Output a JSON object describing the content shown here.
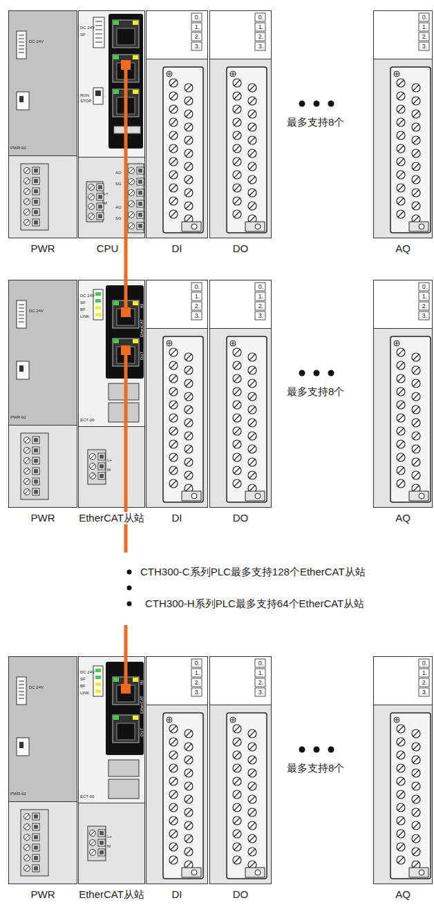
{
  "diagram": {
    "nodes": [
      {
        "text": [
          "DC 24V",
          "PWR-02",
          "PWR"
        ]
      },
      {
        "text": [
          "DC 24V",
          "SF",
          "RUN",
          "STOP",
          "AO",
          "SG",
          "AO",
          "SG",
          "L+",
          "M",
          "CPU"
        ]
      },
      {
        "text": [
          "0.",
          "1.",
          "2.",
          "3.",
          "DI"
        ]
      },
      {
        "text": [
          "0.",
          "1.",
          "2.",
          "3.",
          "DO"
        ]
      },
      {
        "text": [
          "0.",
          "1.",
          "2.",
          "3.",
          "AQ"
        ]
      },
      {
        "text": [
          "DC 24V",
          "PWR-02",
          "PWR"
        ]
      },
      {
        "text": [
          "DC 24V",
          "SF",
          "BF",
          "LINK",
          "IN",
          "EtherCAT",
          "OUT",
          "ECT-00",
          "L+",
          "M",
          "EtherCAT从站"
        ]
      },
      {
        "text": [
          "0.",
          "1.",
          "2.",
          "3.",
          "DI"
        ]
      },
      {
        "text": [
          "0.",
          "1.",
          "2.",
          "3.",
          "DO"
        ]
      },
      {
        "text": [
          "0.",
          "1.",
          "2.",
          "3.",
          "AQ"
        ]
      },
      {
        "text": [
          "DC 24V",
          "PWR-02",
          "PWR"
        ]
      },
      {
        "text": [
          "DC 24V",
          "SF",
          "BF",
          "LINK",
          "IN",
          "EtherCAT",
          "OUT",
          "ECT-00",
          "L+",
          "M",
          "EtherCAT从站"
        ]
      },
      {
        "text": [
          "0.",
          "1.",
          "2.",
          "3.",
          "DI"
        ]
      },
      {
        "text": [
          "0.",
          "1.",
          "2.",
          "3.",
          "DO"
        ]
      },
      {
        "text": [
          "0.",
          "1.",
          "2.",
          "3.",
          "AQ"
        ]
      }
    ],
    "edges": [
      {
        "from": 1,
        "to": 6,
        "arrow": "none"
      },
      {
        "from": 6,
        "to": 11,
        "arrow": "none"
      }
    ],
    "labels": [
      "最多支持8个",
      "最多支持8个",
      "最多支持8个",
      "CTH300-C系列PLC最多支持128个EtherCAT从站",
      "CTH300-H系列PLC最多支持64个EtherCAT从站"
    ]
  }
}
